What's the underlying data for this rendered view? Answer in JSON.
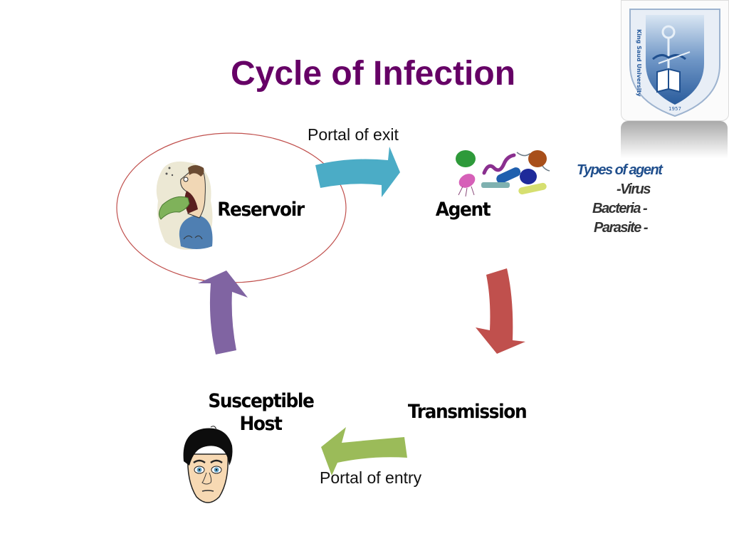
{
  "slide": {
    "title": "Cycle of Infection",
    "logo": {
      "name": "King Saud University",
      "year": "1957"
    }
  },
  "cycle": {
    "nodes": [
      {
        "id": "reservoir",
        "label": "Reservoir",
        "illustration": "vomiting-man-cartoon",
        "highlighted": true
      },
      {
        "id": "agent",
        "label": "Agent",
        "illustration": "microorganisms-collage"
      },
      {
        "id": "transmission",
        "label": "Transmission"
      },
      {
        "id": "host",
        "label_line1": "Susceptible",
        "label_line2": "Host",
        "illustration": "worried-face-cartoon"
      }
    ],
    "transitions": [
      {
        "from": "reservoir",
        "to": "agent",
        "label": "Portal of exit",
        "color": "#4bacc6",
        "direction": "right"
      },
      {
        "from": "agent",
        "to": "transmission",
        "label": "",
        "color": "#c0504d",
        "direction": "down"
      },
      {
        "from": "transmission",
        "to": "host",
        "label": "Portal of entry",
        "color": "#9bbb59",
        "direction": "left"
      },
      {
        "from": "host",
        "to": "reservoir",
        "label": "",
        "color": "#8064a2",
        "direction": "up"
      }
    ],
    "highlight_color": "#c0504d"
  },
  "agent_types": {
    "heading": "Types of agent",
    "items": [
      "-Virus",
      "Bacteria -",
      "Parasite -"
    ]
  }
}
